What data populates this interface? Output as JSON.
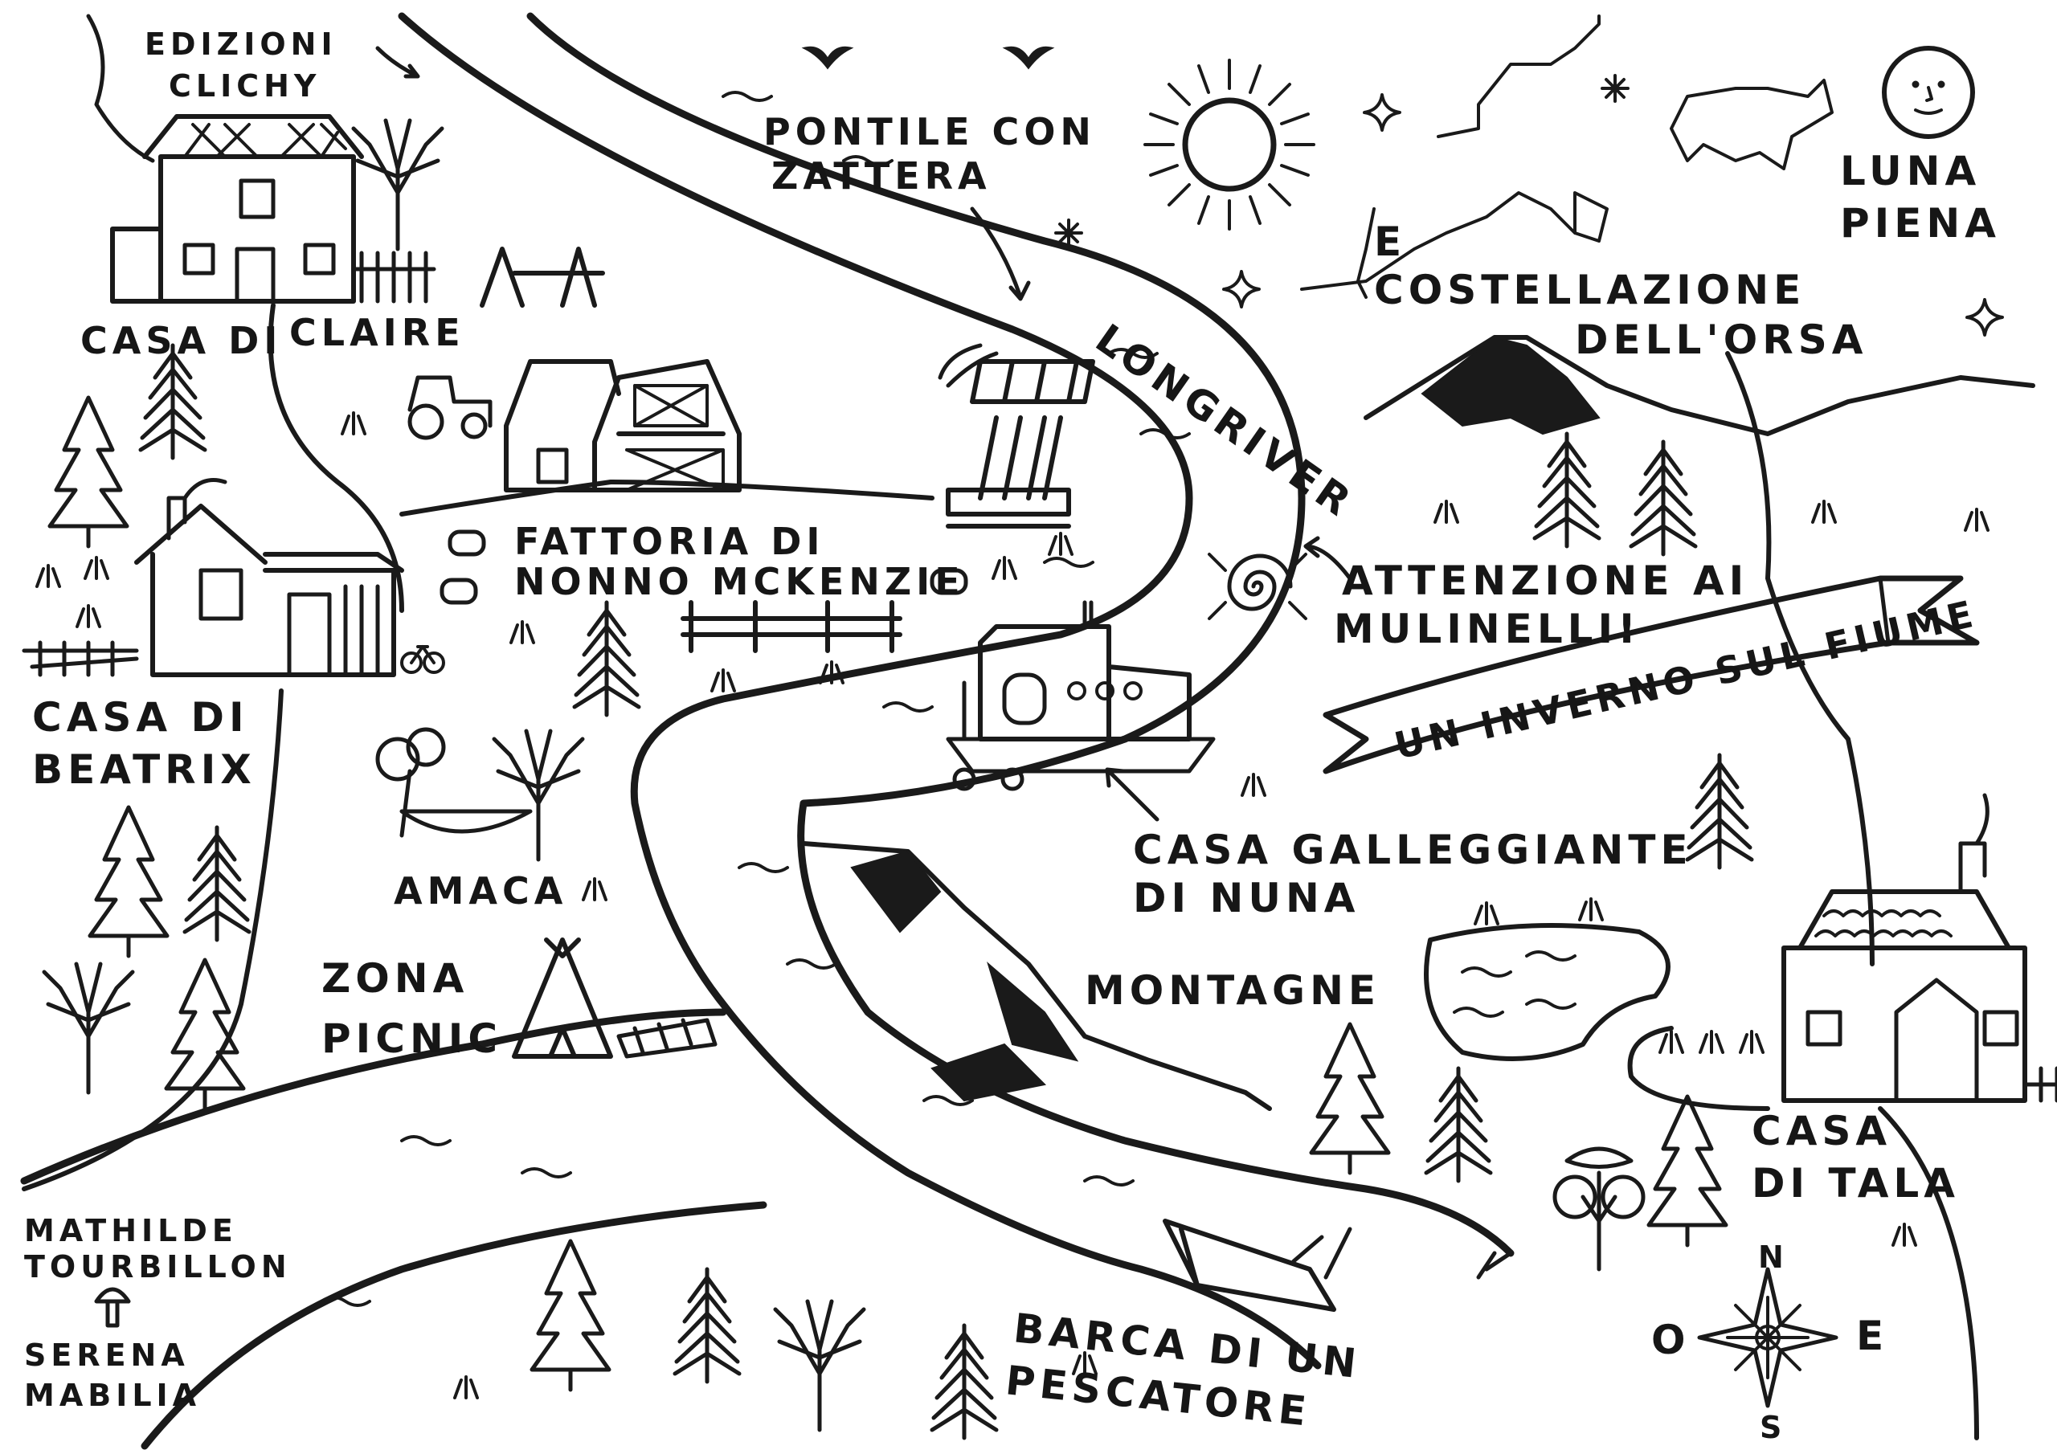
{
  "map": {
    "credits": {
      "line1": "EDIZIONI",
      "line2": "CLICHY"
    },
    "title_banner": "UN INVERNO SUL FIUME",
    "river_label": "LONGRIVER",
    "labels": {
      "pontile": [
        "PONTILE CON",
        "ZATTERA"
      ],
      "casa_claire": [
        "CASA DI",
        "CLAIRE"
      ],
      "fattoria": [
        "FATTORIA DI",
        "NONNO MCKENZIE"
      ],
      "casa_beatrix": [
        "CASA DI",
        "BEATRIX"
      ],
      "amaca": "AMACA",
      "zona_picnic": [
        "ZONA",
        "PICNIC"
      ],
      "casa_galleggiante": [
        "CASA GALLEGGIANTE",
        "DI NUNA"
      ],
      "montagne": "MONTAGNE",
      "attenzione": [
        "ATTENZIONE AI",
        "MULINELLI!"
      ],
      "costellazione": [
        "E",
        "COSTELLAZIONE",
        "DELL'ORSA"
      ],
      "luna": [
        "LUNA",
        "PIENA"
      ],
      "casa_tala": [
        "CASA",
        "DI TALA"
      ],
      "barca": [
        "BARCA DI UN",
        "PESCATORE"
      ],
      "authors": [
        "MATHILDE",
        "TOURBILLON",
        "SERENA",
        "MABILIA"
      ]
    },
    "compass": {
      "north": "N",
      "south": "S",
      "east": "E",
      "west": "O"
    },
    "icons": [
      "sun-icon",
      "moon-face-icon",
      "bear-constellation-icon",
      "star-icon",
      "bird-icon",
      "pine-tree-icon",
      "deciduous-tree-icon",
      "house-icon",
      "barn-icon",
      "tractor-icon",
      "houseboat-icon",
      "whirlpool-icon",
      "teepee-icon",
      "hammock-icon",
      "rowboat-icon",
      "mushroom-icon",
      "pond-icon",
      "mountain-icon",
      "compass-rose-icon",
      "fence-icon",
      "bicycle-icon",
      "hay-bale-icon"
    ]
  }
}
